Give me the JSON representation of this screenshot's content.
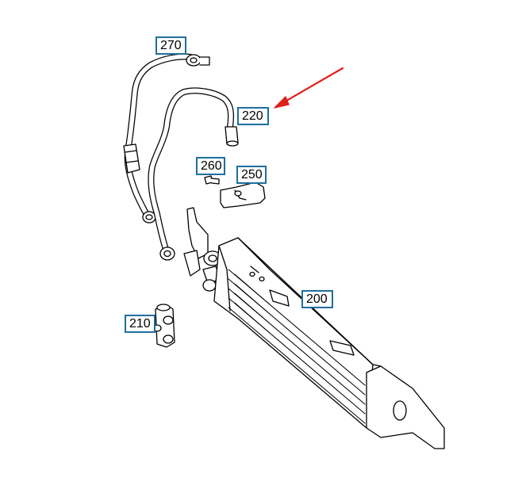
{
  "callouts": {
    "c270": "270",
    "c220": "220",
    "c260": "260",
    "c250": "250",
    "c200": "200",
    "c210": "210"
  },
  "colors": {
    "callout_border": "#1f6e9c",
    "arrow": "#e0201c",
    "linework": "#000000"
  }
}
